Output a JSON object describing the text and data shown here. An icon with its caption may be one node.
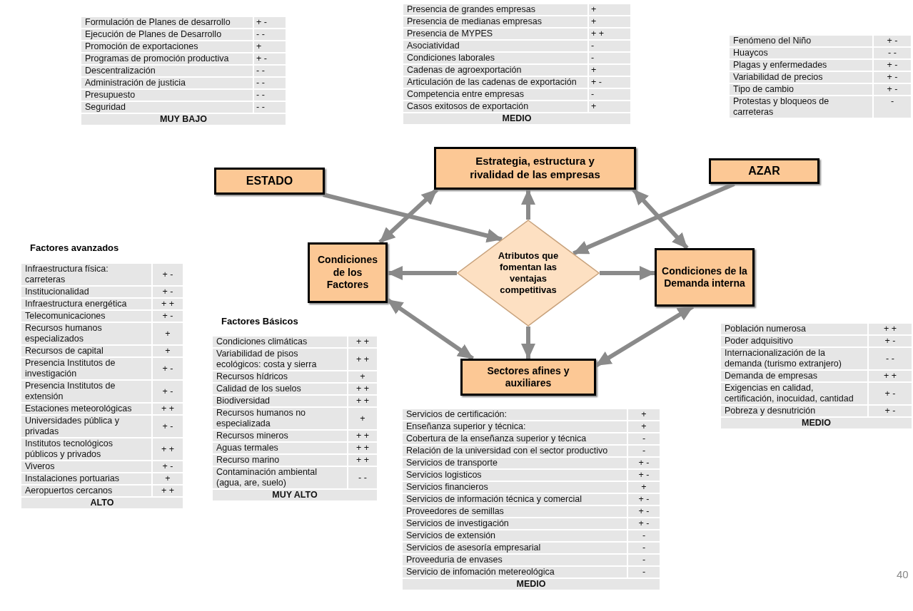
{
  "diagram": {
    "nodes": [
      {
        "text": [
          "ESTADO"
        ]
      },
      {
        "text": [
          "Estrategia, estructura y rivalidad de las empresas"
        ]
      },
      {
        "text": [
          "AZAR"
        ]
      },
      {
        "text": [
          "Condiciones de los Factores"
        ]
      },
      {
        "text": [
          "Atributos que fomentan las ventajas competitivas"
        ]
      },
      {
        "text": [
          "Condiciones de la Demanda interna"
        ]
      },
      {
        "text": [
          "Sectores afines y auxiliares"
        ]
      }
    ],
    "edges": [
      {
        "from": 0,
        "to": 4,
        "arrow": "to"
      },
      {
        "from": 2,
        "to": 4,
        "arrow": "to"
      },
      {
        "from": 3,
        "to": 1,
        "arrow": "both"
      },
      {
        "from": 1,
        "to": 5,
        "arrow": "both"
      },
      {
        "from": 3,
        "to": 6,
        "arrow": "both"
      },
      {
        "from": 6,
        "to": 5,
        "arrow": "both"
      },
      {
        "from": 4,
        "to": 1,
        "arrow": "to"
      },
      {
        "from": 4,
        "to": 3,
        "arrow": "to"
      },
      {
        "from": 4,
        "to": 5,
        "arrow": "to"
      },
      {
        "from": 4,
        "to": 6,
        "arrow": "to"
      }
    ],
    "labels": [
      "Formulación de Planes de desarrollo",
      "+ -",
      "Ejecución de Planes de Desarrollo",
      "- -",
      "Promoción de exportaciones",
      "+",
      "Programas de promoción productiva",
      "+ -",
      "Descentralización",
      "- -",
      "Administración de justicia",
      "- -",
      "Presupuesto",
      "- -",
      "Seguridad",
      "- -",
      "MUY BAJO",
      "Presencia de grandes empresas",
      "+",
      "Presencia de medianas empresas",
      "+",
      "Presencia de MYPES",
      "+ +",
      "Asociatividad",
      "-",
      "Condiciones laborales",
      "-",
      "Cadenas de agroexportación",
      "+",
      "Articulación de las cadenas de exportación",
      "+ -",
      "Competencia entre empresas",
      "-",
      "Casos exitosos de exportación",
      "+",
      "MEDIO",
      "Fenómeno del Niño",
      "+ -",
      "Huaycos",
      "- -",
      "Plagas y enfermedades",
      "+ -",
      "Variabilidad de precios",
      "+ -",
      "Tipo de cambio",
      "+ -",
      "Protestas y bloqueos de carreteras",
      "-",
      "Factores avanzados",
      "Infraestructura física: carreteras",
      "+ -",
      "Institucionalidad",
      "+ -",
      "Infraestructura energética",
      "+ +",
      "Telecomunicaciones",
      "+ -",
      "Recursos humanos especializados",
      "+",
      "Recursos de capital",
      "+",
      "Presencia Institutos de investigación",
      "+ -",
      "Presencia Institutos de extensión",
      "+ -",
      "Estaciones meteorológicas",
      "+ +",
      "Universidades pública y privadas",
      "+ -",
      "Institutos tecnológicos públicos y privados",
      "+ +",
      "Viveros",
      "+ -",
      "Instalaciones portuarias",
      "+",
      "Aeropuertos cercanos",
      "+ +",
      "ALTO",
      "Factores Básicos",
      "Condiciones climáticas",
      "+ +",
      "Variabilidad de pisos ecológicos: costa y sierra",
      "+ +",
      "Recursos hídricos",
      "+",
      "Calidad de los suelos",
      "+ +",
      "Biodiversidad",
      "+ +",
      "Recursos humanos no especializada",
      "+",
      "Recursos mineros",
      "+ +",
      "Aguas termales",
      "+ +",
      "Recurso marino",
      "+ +",
      "Contaminación ambiental (agua, are, suelo)",
      "- -",
      "MUY ALTO",
      "Población numerosa",
      "+ +",
      "Poder adquisitivo",
      "+ -",
      "Internacionalización de la demanda (turismo extranjero)",
      "- -",
      "Demanda de empresas",
      "+ +",
      "Exigencias en calidad, certificación, inocuidad, cantidad",
      "+ -",
      "Pobreza y desnutrición",
      "+ -",
      "MEDIO",
      "Servicios de certificación:",
      "+",
      "Enseñanza superior y técnica:",
      "+",
      "Cobertura de la enseñanza superior y técnica",
      "-",
      "Relación de la  universidad con el sector productivo",
      "-",
      "Servicios de transporte",
      "+ -",
      "Servicios logisticos",
      "+ -",
      "Servicios financieros",
      "+",
      "Servicios de información técnica y comercial",
      "+ -",
      "Proveedores de semillas",
      "+ -",
      "Servicios de investigación",
      "+ -",
      "Servicios de extensión",
      "-",
      "Servicios de asesoría empresarial",
      "-",
      "Proveeduria de envases",
      "-",
      "Servicio de infomación metereológica",
      "-",
      "MEDIO",
      "40"
    ]
  }
}
